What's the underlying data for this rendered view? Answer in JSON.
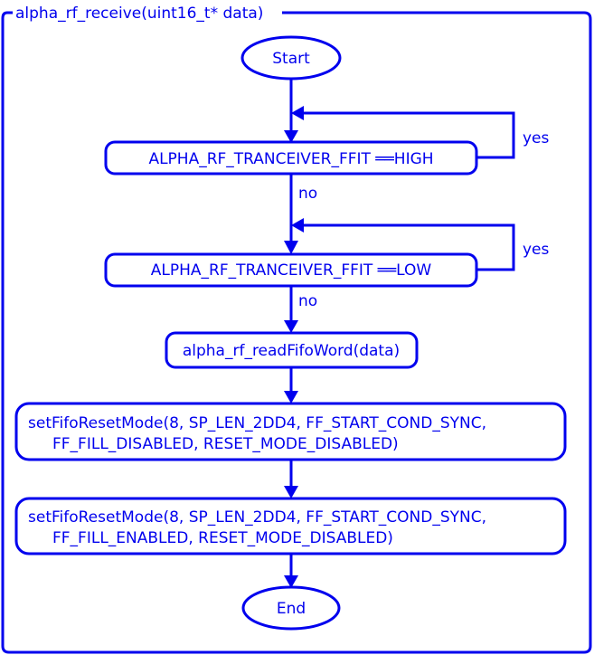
{
  "diagram": {
    "type": "flowchart",
    "color": "#0000ee",
    "frame_title": "alpha_rf_receive(uint16_t* data)",
    "nodes": {
      "start": "Start",
      "decision_high": "ALPHA_RF_TRANCEIVER_FFIT ══HIGH",
      "decision_low": "ALPHA_RF_TRANCEIVER_FFIT ══LOW",
      "read_fifo": "alpha_rf_readFifoWord(data)",
      "reset_disabled_line1": "setFifoResetMode(8, SP_LEN_2DD4, FF_START_COND_SYNC,",
      "reset_disabled_line2": "FF_FILL_DISABLED, RESET_MODE_DISABLED)",
      "reset_enabled_line1": "setFifoResetMode(8, SP_LEN_2DD4, FF_START_COND_SYNC,",
      "reset_enabled_line2": "FF_FILL_ENABLED, RESET_MODE_DISABLED)",
      "end": "End"
    },
    "edge_labels": {
      "high_yes": "yes",
      "high_no": "no",
      "low_yes": "yes",
      "low_no": "no"
    }
  }
}
